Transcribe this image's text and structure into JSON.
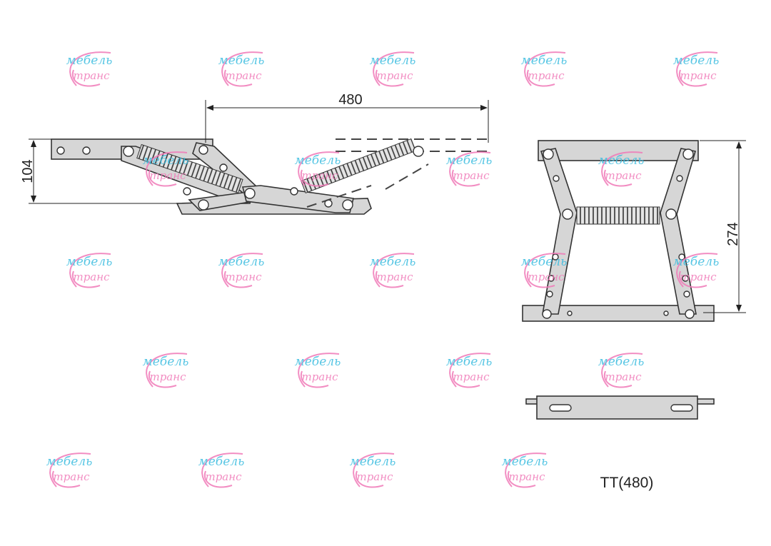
{
  "dimensions": {
    "width": "480",
    "height_closed": "104",
    "height_open": "274"
  },
  "model_label": "TT(480)",
  "watermark": {
    "line1": "мебель",
    "line2": "транс"
  },
  "colors": {
    "metal": "#d6d6d6",
    "outline": "#333333",
    "watermark_blue": "#3cbde0",
    "watermark_pink": "#f07ab8"
  }
}
